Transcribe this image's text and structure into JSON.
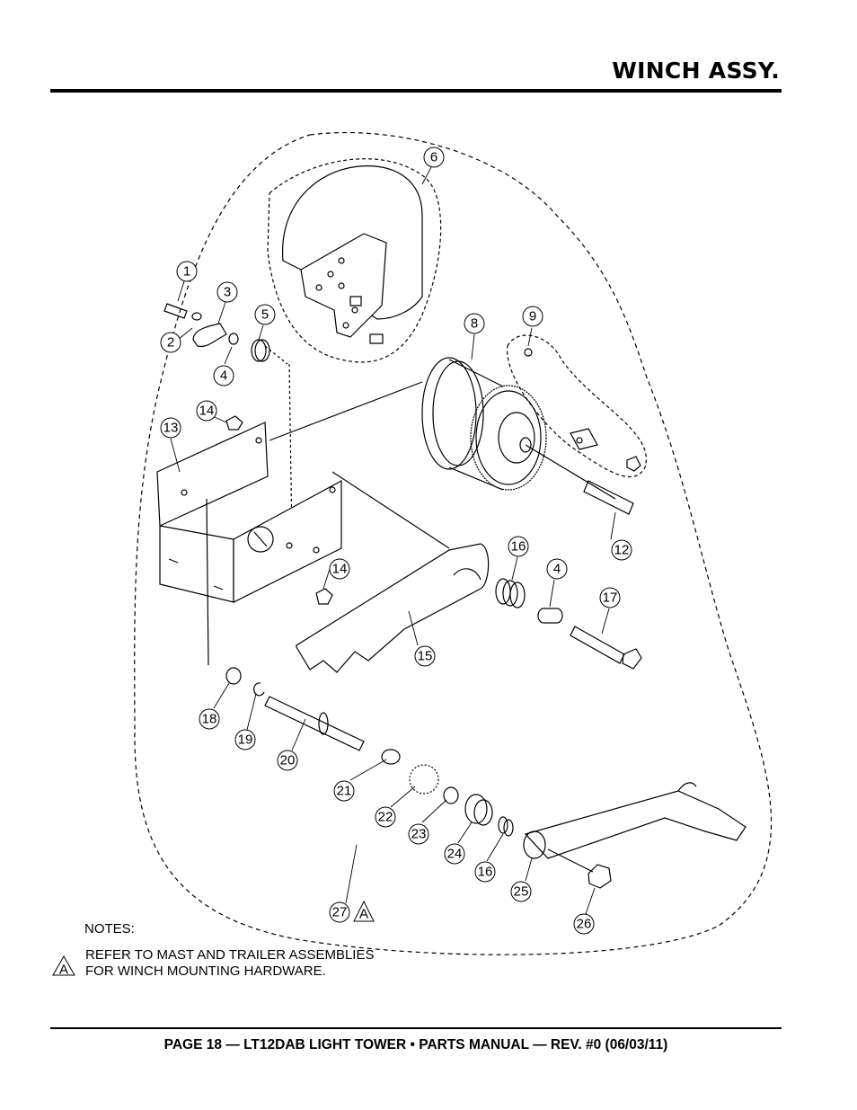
{
  "header": {
    "title": "WINCH ASSY."
  },
  "callouts": {
    "c1": "1",
    "c2": "2",
    "c3": "3",
    "c4a": "4",
    "c4b": "4",
    "c5": "5",
    "c6": "6",
    "c8": "8",
    "c9": "9",
    "c12": "12",
    "c13": "13",
    "c14a": "14",
    "c14b": "14",
    "c15": "15",
    "c16a": "16",
    "c16b": "16",
    "c17": "17",
    "c18": "18",
    "c19": "19",
    "c20": "20",
    "c21": "21",
    "c22": "22",
    "c23": "23",
    "c24": "24",
    "c25": "25",
    "c26": "26",
    "c27": "27",
    "c27_note": "A"
  },
  "notes": {
    "label": "NOTES:",
    "marker": "A",
    "text": "REFER TO MAST AND TRAILER ASSEMBLIES FOR WINCH MOUNTING HARDWARE."
  },
  "footer": {
    "text": "PAGE 18 — LT12DAB LIGHT TOWER • PARTS MANUAL — REV. #0 (06/03/11)"
  }
}
